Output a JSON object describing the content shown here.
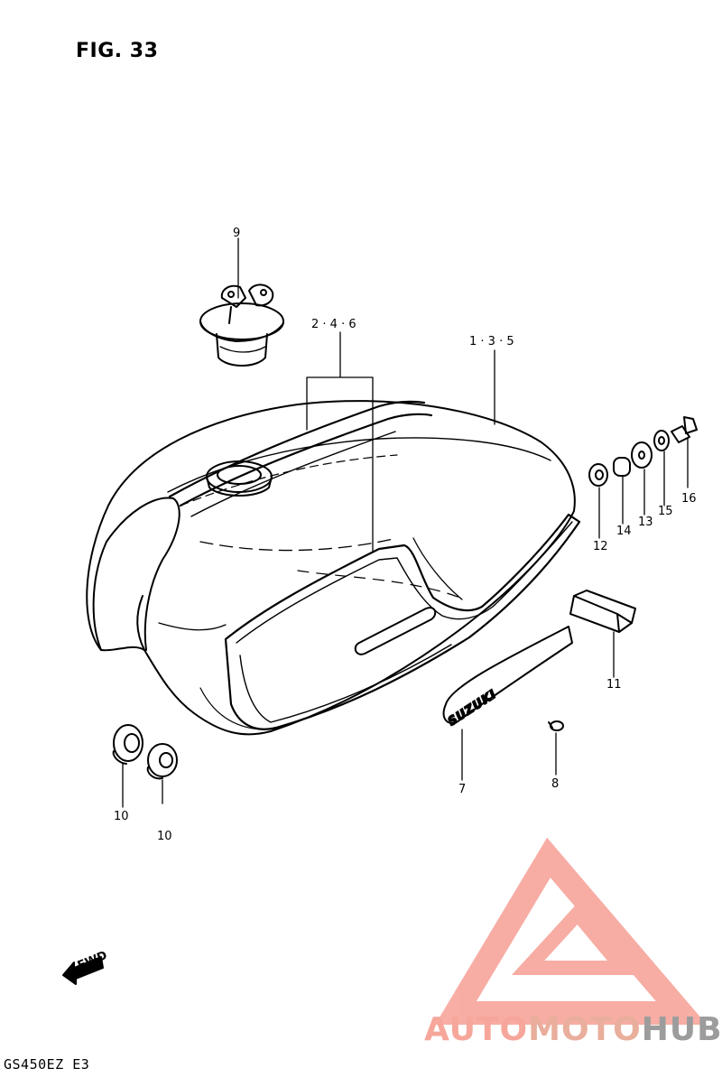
{
  "figure": {
    "title": "FIG. 33",
    "model": "GS450EZ  E3"
  },
  "callouts": [
    {
      "id": "cap",
      "text": "9"
    },
    {
      "id": "stripe",
      "text": "2 · 4 · 6"
    },
    {
      "id": "tank",
      "text": "1 · 3 · 5"
    },
    {
      "id": "c12",
      "text": "12"
    },
    {
      "id": "c14",
      "text": "14"
    },
    {
      "id": "c13",
      "text": "13"
    },
    {
      "id": "c15",
      "text": "15"
    },
    {
      "id": "c16",
      "text": "16"
    },
    {
      "id": "c11",
      "text": "11"
    },
    {
      "id": "c7",
      "text": "7"
    },
    {
      "id": "c8",
      "text": "8"
    },
    {
      "id": "c10a",
      "text": "10"
    },
    {
      "id": "c10b",
      "text": "10"
    }
  ],
  "emblem_text": "SUZUKI",
  "direction_tag": "FWD",
  "watermark": {
    "parts": [
      "AUTO",
      "MOTO",
      "HUB"
    ],
    "colors": {
      "triangle": "#f7a59b",
      "auto": "#f6a69a",
      "moto": "#e9ae9c",
      "hub": "#9c9c9c"
    }
  }
}
